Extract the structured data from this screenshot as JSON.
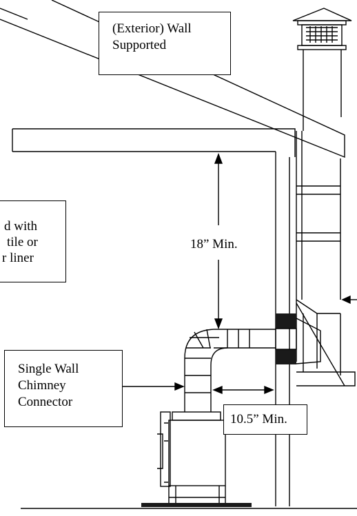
{
  "labels": {
    "wall_supported": [
      "(Exterior) Wall",
      "Supported"
    ],
    "lined_with": [
      "d with",
      "tile or",
      "r liner"
    ],
    "min_18": "18” Min.",
    "connector": [
      "Single Wall",
      "Chimney",
      "Connector"
    ],
    "min_10_5": "10.5” Min."
  },
  "colors": {
    "line": "#000000",
    "dark_band": "#1a1a1a"
  }
}
